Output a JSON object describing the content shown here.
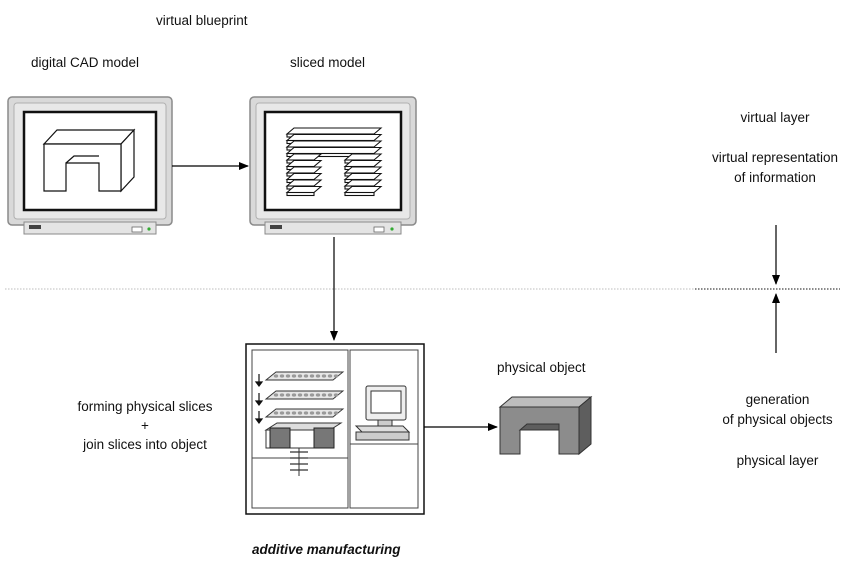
{
  "labels": {
    "virtual_blueprint": "virtual blueprint",
    "digital_cad_model": "digital CAD model",
    "sliced_model": "sliced model",
    "virtual_layer": "virtual layer",
    "virtual_representation_line1": "virtual representation",
    "virtual_representation_line2": "of information",
    "physical_object": "physical object",
    "forming_line1": "forming physical slices",
    "forming_line2": "+",
    "forming_line3": "join slices into object",
    "generation_line1": "generation",
    "generation_line2": "of physical objects",
    "physical_layer": "physical layer",
    "additive_manufacturing": "additive manufacturing"
  },
  "icons": {
    "monitor_1": "monitor-with-cad-block-icon",
    "monitor_2": "monitor-with-sliced-model-icon",
    "printer": "additive-manufacturing-machine-icon",
    "object": "physical-object-block-icon"
  },
  "colors": {
    "monitor_body": "#d9d9d9",
    "monitor_border": "#8a8a8a",
    "divider": "#bdbdbd",
    "object_front": "#8c8c8c",
    "object_top": "#bdbdbd",
    "object_side": "#5e5e5e"
  }
}
